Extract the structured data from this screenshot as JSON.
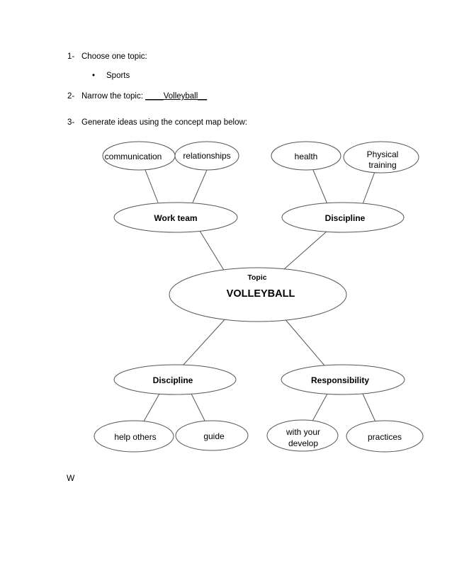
{
  "steps": [
    {
      "number": "1-",
      "text": "Choose one topic:"
    },
    {
      "number": "2-",
      "text": "Narrow the topic: ",
      "answer": "____Volleyball__"
    },
    {
      "number": "3-",
      "text": "Generate ideas using the concept map below:"
    }
  ],
  "bullet": {
    "glyph": "•",
    "text": "Sports"
  },
  "concept_map": {
    "topic_label": "Topic",
    "topic": "VOLLEYBALL",
    "topic_color": "#cc00cc",
    "branches": {
      "top_left": "Work team",
      "top_right": "Discipline",
      "bottom_left": "Discipline",
      "bottom_right": "Responsibility"
    },
    "leaves": {
      "communication": "communication",
      "relationships": "relationships",
      "health": "health",
      "physical_line1": "Physical",
      "physical_line2": "training",
      "help_others": "help others",
      "guide": "guide",
      "with_line1": "with your",
      "with_line2": "develop",
      "practices": "practices"
    }
  },
  "footer_text": "W"
}
